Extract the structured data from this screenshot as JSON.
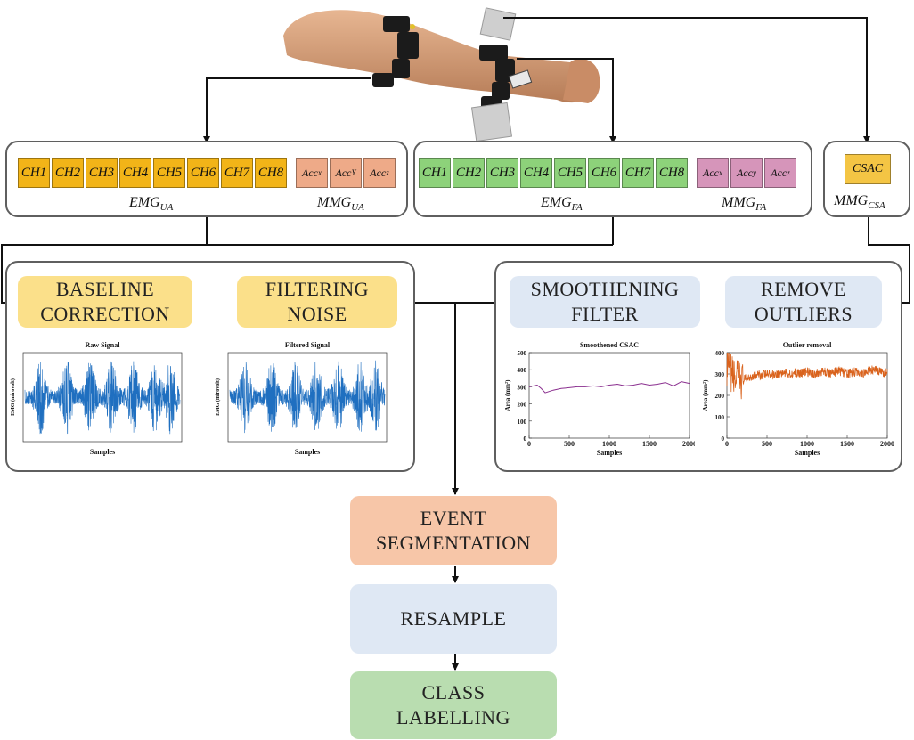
{
  "emg_ua": {
    "channels": [
      "CH1",
      "CH2",
      "CH3",
      "CH4",
      "CH5",
      "CH6",
      "CH7",
      "CH8"
    ],
    "accs": [
      {
        "base": "Acc",
        "sub": "x"
      },
      {
        "base": "Acc",
        "sub": "Y"
      },
      {
        "base": "Acc",
        "sub": "z"
      }
    ],
    "emg_label": {
      "base": "EMG",
      "sub": "UA"
    },
    "mmg_label": {
      "base": "MMG",
      "sub": "UA"
    }
  },
  "emg_fa": {
    "channels": [
      "CH1",
      "CH2",
      "CH3",
      "CH4",
      "CH5",
      "CH6",
      "CH7",
      "CH8"
    ],
    "accs": [
      {
        "base": "Acc",
        "sub": "x"
      },
      {
        "base": "Acc",
        "sub": "y"
      },
      {
        "base": "Acc",
        "sub": "z"
      }
    ],
    "emg_label": {
      "base": "EMG",
      "sub": "FA"
    },
    "mmg_label": {
      "base": "MMG",
      "sub": "FA"
    }
  },
  "csa": {
    "cell": "CSAC",
    "mmg_label": {
      "base": "MMG",
      "sub": "CSA"
    }
  },
  "steps": {
    "baseline": "BASELINE CORRECTION",
    "filtering": "FILTERING NOISE",
    "smoothening": "SMOOTHENING FILTER",
    "remove_outliers": "REMOVE OUTLIERS",
    "event_segmentation": "EVENT SEGMENTATION",
    "resample": "RESAMPLE",
    "class_labelling": "CLASS LABELLING"
  },
  "colors": {
    "ch_ua": "#f2b418",
    "acc_ua": "#eeaa88",
    "ch_fa": "#8dd27a",
    "acc_fa": "#d695ba",
    "emg_trace": "#1f6fc0",
    "smooth_trace": "#8a2f8f",
    "outlier_trace": "#d9621c"
  },
  "chart_data": [
    {
      "type": "line",
      "title": "Raw Signal",
      "xlabel": "Samples",
      "ylabel": "EMG (mirovolt)"
    },
    {
      "type": "line",
      "title": "Filtered Signal",
      "xlabel": "Samples",
      "ylabel": "EMG (mirovolt)"
    },
    {
      "type": "line",
      "title": "Smoothened CSAC",
      "xlabel": "Samples",
      "ylabel": "Area (mm²)",
      "xlim": [
        0,
        2000
      ],
      "ylim": [
        0,
        500
      ],
      "xticks": [
        0,
        500,
        1000,
        1500,
        2000
      ],
      "yticks": [
        0,
        100,
        200,
        300,
        400,
        500
      ],
      "x": [
        0,
        100,
        150,
        200,
        300,
        400,
        500,
        600,
        700,
        800,
        900,
        1000,
        1100,
        1200,
        1300,
        1400,
        1500,
        1600,
        1700,
        1800,
        1900,
        2000
      ],
      "y": [
        300,
        310,
        290,
        265,
        280,
        290,
        295,
        300,
        300,
        305,
        300,
        310,
        315,
        305,
        310,
        320,
        310,
        315,
        325,
        305,
        330,
        320
      ]
    },
    {
      "type": "line",
      "title": "Outlier removal",
      "xlabel": "Samples",
      "ylabel": "Area (mm²)",
      "xlim": [
        0,
        2000
      ],
      "ylim": [
        0,
        400
      ],
      "xticks": [
        0,
        500,
        1000,
        1500,
        2000
      ],
      "yticks": [
        0,
        100,
        200,
        300,
        400
      ],
      "x": [
        0,
        100,
        200,
        300,
        400,
        500,
        600,
        700,
        800,
        900,
        1000,
        1100,
        1200,
        1300,
        1400,
        1500,
        1600,
        1700,
        1800,
        1900,
        2000
      ],
      "y": [
        330,
        280,
        270,
        290,
        295,
        300,
        300,
        305,
        300,
        305,
        310,
        300,
        310,
        305,
        315,
        300,
        310,
        305,
        320,
        310,
        305
      ]
    }
  ]
}
